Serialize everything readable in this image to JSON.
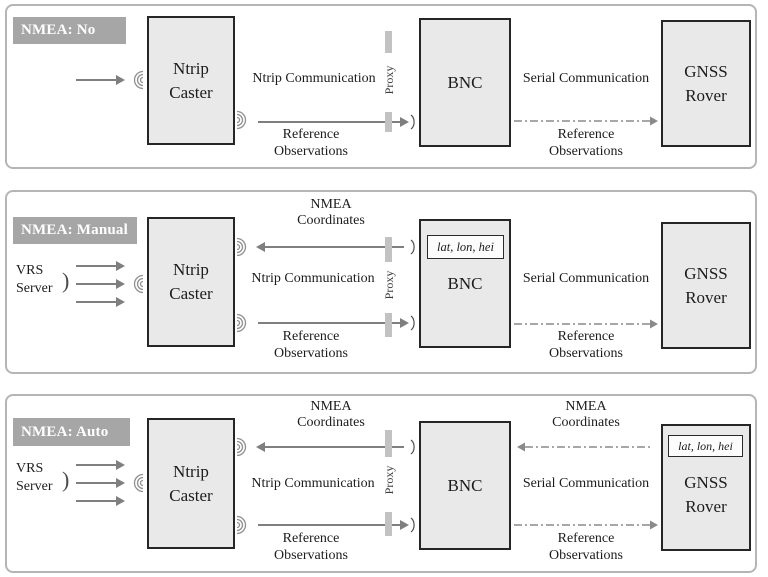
{
  "colors": {
    "panel_border": "#b5b5b5",
    "label_bg": "#a6a6a6",
    "label_text": "#ffffff",
    "box_fill": "#e9e9e9",
    "box_border": "#262626",
    "arrow": "#7f7f7f",
    "dash": "#8a8a8a",
    "proxy_bar": "#c2c2c2",
    "waves": "#909090",
    "text": "#1c1c1c",
    "chip_bg": "#fcfcfc",
    "chip_border": "#2b2b2b"
  },
  "panels": [
    {
      "mode_label": "NMEA: No",
      "boxes": {
        "caster": "Ntrip Caster",
        "bnc": "BNC",
        "rover": "GNSS Rover"
      },
      "labels": {
        "ntrip_communication": "Ntrip Communication",
        "serial_communication": "Serial Communication",
        "reference_observations_left": "Reference Observations",
        "reference_observations_right": "Reference Observations",
        "proxy": "Proxy"
      }
    },
    {
      "mode_label": "NMEA: Manual",
      "vrs_server": "VRS Server",
      "vrs_paren": ")",
      "boxes": {
        "caster": "Ntrip Caster",
        "bnc": "BNC",
        "rover": "GNSS Rover",
        "bnc_chip": "lat, lon, hei"
      },
      "labels": {
        "nmea_coordinates_left": "NMEA Coordinates",
        "ntrip_communication": "Ntrip Communication",
        "serial_communication": "Serial Communication",
        "reference_observations_left": "Reference Observations",
        "reference_observations_right": "Reference Observations",
        "proxy": "Proxy"
      }
    },
    {
      "mode_label": "NMEA: Auto",
      "vrs_server": "VRS Server",
      "vrs_paren": ")",
      "boxes": {
        "caster": "Ntrip Caster",
        "bnc": "BNC",
        "rover": "GNSS Rover",
        "rover_chip": "lat, lon, hei"
      },
      "labels": {
        "nmea_coordinates_left": "NMEA Coordinates",
        "nmea_coordinates_right": "NMEA Coordinates",
        "ntrip_communication": "Ntrip Communication",
        "serial_communication": "Serial Communication",
        "reference_observations_left": "Reference Observations",
        "reference_observations_right": "Reference Observations",
        "proxy": "Proxy"
      }
    }
  ]
}
